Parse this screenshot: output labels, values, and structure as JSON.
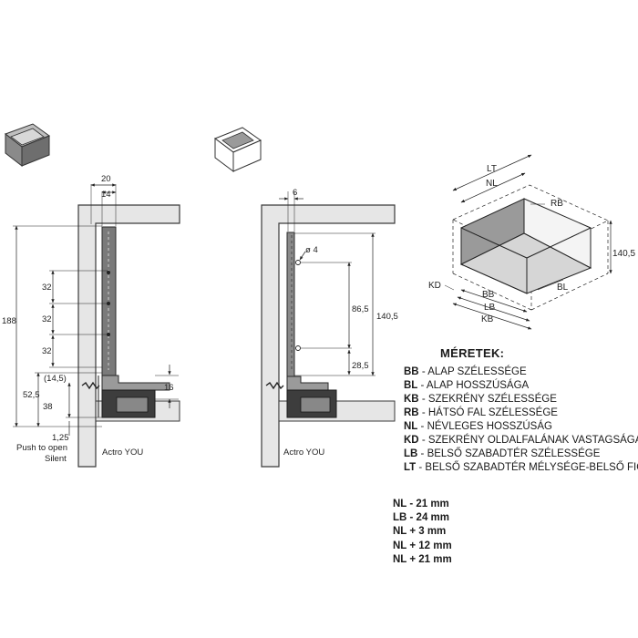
{
  "left_view": {
    "dims": {
      "width_total": "20",
      "width_inner": "14",
      "height_total": "188",
      "pitch_1": "32",
      "pitch_2": "32",
      "pitch_3": "32",
      "offset_paren": "(14,5)",
      "height_52": "52,5",
      "height_38": "38",
      "height_16": "16",
      "gap_small": "1,25"
    },
    "caption_push_line1": "Push to open",
    "caption_push_line2": "Silent",
    "product_label": "Actro YOU"
  },
  "middle_view": {
    "dims": {
      "offset_6": "6",
      "hole_diameter": "ø 4",
      "height_86": "86,5",
      "height_140": "140,5",
      "height_28": "28,5"
    },
    "product_label": "Actro YOU"
  },
  "right_view": {
    "labels": {
      "LT": "LT",
      "NL": "NL",
      "RB": "RB",
      "height": "140,5",
      "KD": "KD",
      "BB": "BB",
      "LB": "LB",
      "KB": "KB",
      "BL": "BL"
    }
  },
  "legend": {
    "title": "MÉRETEK:",
    "items": [
      {
        "code": "BB",
        "text": " - ALAP SZÉLESSÉGE"
      },
      {
        "code": "BL",
        "text": " - ALAP HOSSZÚSÁGA"
      },
      {
        "code": "KB",
        "text": " - SZEKRÉNY SZÉLESSÉGE"
      },
      {
        "code": "RB",
        "text": " - HÁTSÓ FAL SZÉLESSÉGE"
      },
      {
        "code": "NL",
        "text": " - NÉVLEGES HOSSZÚSÁG"
      },
      {
        "code": "KD",
        "text": " - SZEKRÉNY OLDALFALÁNAK VASTAGSÁGA"
      },
      {
        "code": "LB",
        "text": " - BELSŐ SZABADTÉR SZÉLESSÉGE"
      },
      {
        "code": "LT",
        "text": " - BELSŐ SZABADTÉR MÉLYSÉGE-BELSŐ FIÓK"
      }
    ]
  },
  "formulas": [
    "NL - 21 mm",
    "LB - 24 mm",
    "NL + 3 mm",
    "NL + 12 mm",
    "NL + 21 mm"
  ],
  "colors": {
    "panel_fill": "#e6e6e6",
    "panel_stroke": "#3a3a3a",
    "drawer_dark": "#6b6b6b",
    "line": "#222222"
  }
}
